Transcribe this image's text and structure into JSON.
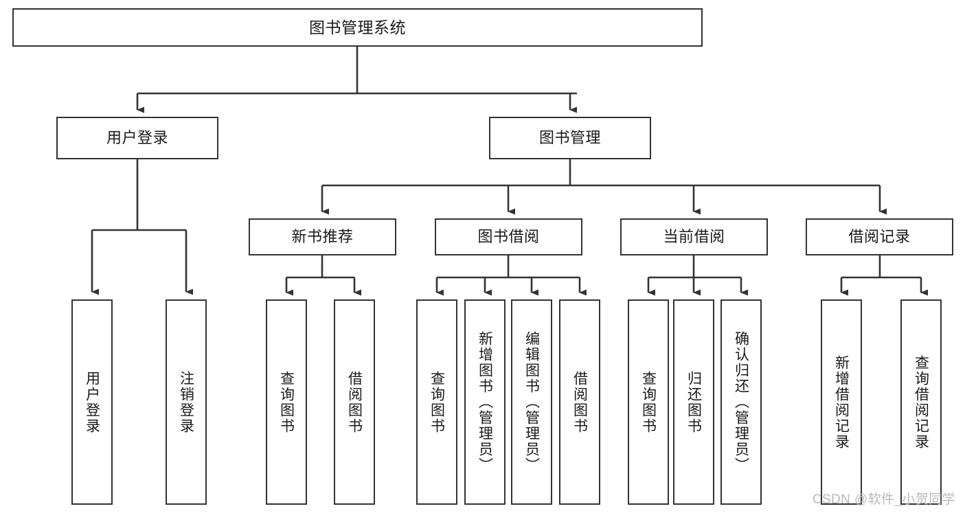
{
  "diagram": {
    "type": "hierarchy-tree",
    "title": "图书管理系统",
    "root": {
      "id": "root",
      "label": "图书管理系统",
      "level": 1,
      "orientation": "horizontal"
    },
    "nodes": [
      {
        "id": "user-login",
        "label": "用户登录",
        "level": 2,
        "orientation": "horizontal",
        "parent": "root"
      },
      {
        "id": "book-management",
        "label": "图书管理",
        "level": 2,
        "orientation": "horizontal",
        "parent": "root"
      },
      {
        "id": "new-book-recommend",
        "label": "新书推荐",
        "level": 3,
        "orientation": "horizontal",
        "parent": "book-management"
      },
      {
        "id": "book-borrow",
        "label": "图书借阅",
        "level": 3,
        "orientation": "horizontal",
        "parent": "book-management"
      },
      {
        "id": "current-borrow",
        "label": "当前借阅",
        "level": 3,
        "orientation": "horizontal",
        "parent": "book-management"
      },
      {
        "id": "borrow-record",
        "label": "借阅记录",
        "level": 3,
        "orientation": "horizontal",
        "parent": "book-management"
      },
      {
        "id": "leaf-user-login",
        "label": "用户登录",
        "level": 4,
        "orientation": "vertical",
        "parent": "user-login"
      },
      {
        "id": "leaf-logout",
        "label": "注销登录",
        "level": 4,
        "orientation": "vertical",
        "parent": "user-login"
      },
      {
        "id": "leaf-query-book-rec",
        "label": "查询图书",
        "level": 4,
        "orientation": "vertical",
        "parent": "new-book-recommend"
      },
      {
        "id": "leaf-borrow-book-rec",
        "label": "借阅图书",
        "level": 4,
        "orientation": "vertical",
        "parent": "new-book-recommend"
      },
      {
        "id": "leaf-query-book-borrow",
        "label": "查询图书",
        "level": 4,
        "orientation": "vertical",
        "parent": "book-borrow"
      },
      {
        "id": "leaf-add-book-admin",
        "label": "新增图书（管理员）",
        "level": 4,
        "orientation": "vertical",
        "parent": "book-borrow"
      },
      {
        "id": "leaf-edit-book-admin",
        "label": "编辑图书（管理员）",
        "level": 4,
        "orientation": "vertical",
        "parent": "book-borrow"
      },
      {
        "id": "leaf-borrow-book",
        "label": "借阅图书",
        "level": 4,
        "orientation": "vertical",
        "parent": "book-borrow"
      },
      {
        "id": "leaf-query-book-current",
        "label": "查询图书",
        "level": 4,
        "orientation": "vertical",
        "parent": "current-borrow"
      },
      {
        "id": "leaf-return-book",
        "label": "归还图书",
        "level": 4,
        "orientation": "vertical",
        "parent": "current-borrow"
      },
      {
        "id": "leaf-confirm-return-admin",
        "label": "确认归还（管理员）",
        "level": 4,
        "orientation": "vertical",
        "parent": "current-borrow"
      },
      {
        "id": "leaf-add-borrow-record",
        "label": "新增借阅记录",
        "level": 4,
        "orientation": "vertical",
        "parent": "borrow-record"
      },
      {
        "id": "leaf-query-borrow-record",
        "label": "查询借阅记录",
        "level": 4,
        "orientation": "vertical",
        "parent": "borrow-record"
      }
    ]
  },
  "watermark": {
    "text": "CSDN @软件_小贺同学"
  },
  "colors": {
    "stroke": "#333333",
    "fill": "#ffffff",
    "text": "#1a1a1a",
    "watermark": "#b9b9b9"
  }
}
